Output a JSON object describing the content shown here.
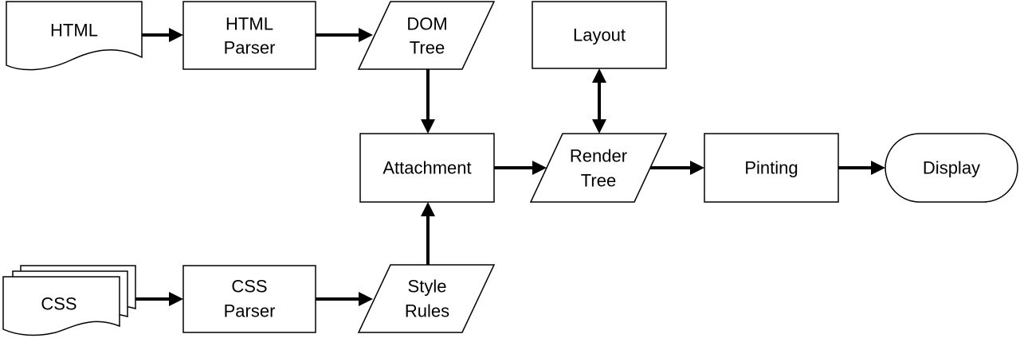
{
  "diagram": {
    "nodes": {
      "html": {
        "label": "HTML"
      },
      "html_parser": {
        "line1": "HTML",
        "line2": "Parser"
      },
      "dom_tree": {
        "line1": "DOM",
        "line2": "Tree"
      },
      "layout": {
        "label": "Layout"
      },
      "attachment": {
        "label": "Attachment"
      },
      "render_tree": {
        "line1": "Render",
        "line2": "Tree"
      },
      "pinting": {
        "label": "Pinting"
      },
      "display": {
        "label": "Display"
      },
      "css": {
        "label": "CSS"
      },
      "css_parser": {
        "line1": "CSS",
        "line2": "Parser"
      },
      "style_rules": {
        "line1": "Style",
        "line2": "Rules"
      }
    },
    "edges": [
      {
        "from": "HTML",
        "to": "HTML Parser"
      },
      {
        "from": "HTML Parser",
        "to": "DOM Tree"
      },
      {
        "from": "DOM Tree",
        "to": "Attachment"
      },
      {
        "from": "CSS",
        "to": "CSS Parser"
      },
      {
        "from": "CSS Parser",
        "to": "Style Rules"
      },
      {
        "from": "Style Rules",
        "to": "Attachment"
      },
      {
        "from": "Attachment",
        "to": "Render Tree"
      },
      {
        "from": "Render Tree",
        "to": "Layout",
        "bidirectional": true
      },
      {
        "from": "Render Tree",
        "to": "Pinting"
      },
      {
        "from": "Pinting",
        "to": "Display"
      }
    ]
  }
}
